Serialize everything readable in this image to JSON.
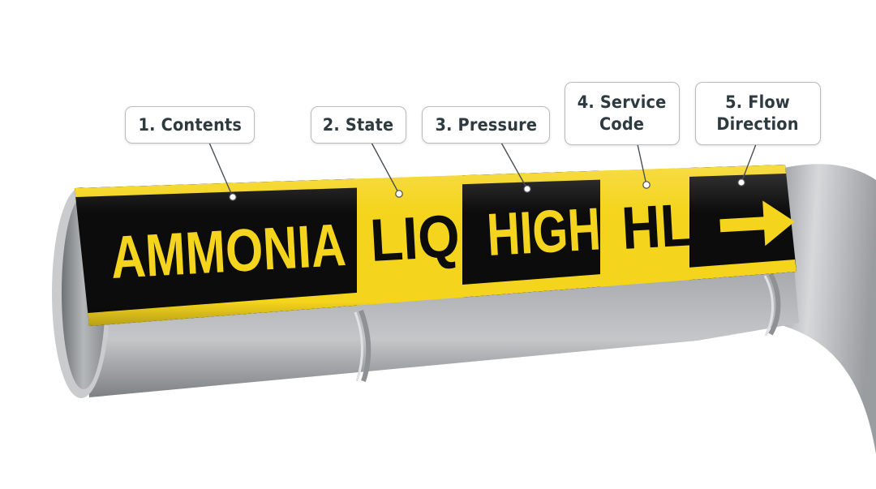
{
  "callouts": [
    {
      "label": "1. Contents"
    },
    {
      "label": "2. State"
    },
    {
      "label": "3. Pressure"
    },
    {
      "label": "4. Service\nCode"
    },
    {
      "label": "5. Flow\nDirection"
    }
  ],
  "pipe_marker": {
    "contents": "AMMONIA",
    "state": "LIQ",
    "pressure": "HIGH",
    "service_code": "HL",
    "flow_direction_icon": "right-arrow-icon"
  },
  "colors": {
    "marker_yellow": "#f4d41c",
    "marker_black": "#0c0c0c",
    "pipe_steel": "#a7aaad",
    "callout_border": "#b9bcbf",
    "callout_text": "#2d3a40"
  }
}
